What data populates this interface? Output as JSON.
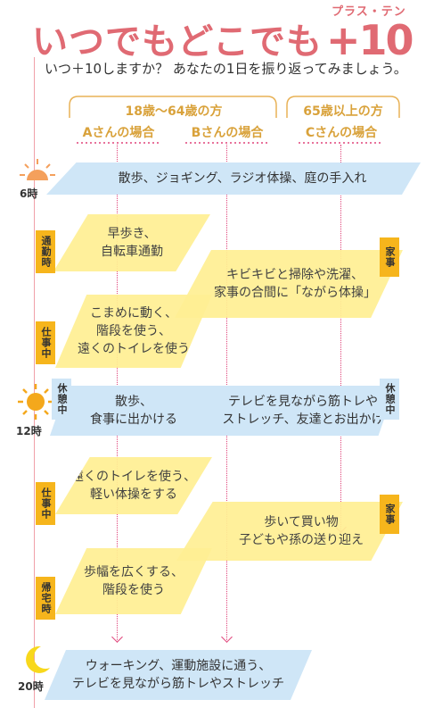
{
  "header": {
    "title": "いつでもどこでも",
    "plus10": "+10",
    "ruby": "プラス・テン",
    "subtitle": "いつ＋10しますか？ あなたの1日を振り返ってみましょう。"
  },
  "groups": {
    "adult": "18歳～64歳の方",
    "senior": "65歳以上の方",
    "a": "Aさんの場合",
    "b": "Bさんの場合",
    "c": "Cさんの場合"
  },
  "times": {
    "t6": "6時",
    "t12": "12時",
    "t20": "20時"
  },
  "tags": {
    "commute": "通勤時",
    "work1": "仕事中",
    "housework1": "家事",
    "break_left": "休憩中",
    "break_right": "休憩中",
    "work2": "仕事中",
    "housework2": "家事",
    "return": "帰宅時"
  },
  "bands": {
    "morning": "散歩、ジョギング、ラジオ体操、庭の手入れ",
    "commute": "早歩き、\n自転車通勤",
    "housework1": "キビキビと掃除や洗濯、\n家事の合間に「ながら体操」",
    "work1": "こまめに動く、\n階段を使う、\n遠くのトイレを使う",
    "noon_left": "散歩、\n食事に出かける",
    "noon_right": "テレビを見ながら筋トレや\nストレッチ、友達とお出かけ",
    "work2": "遠くのトイレを使う、\n軽い体操をする",
    "housework2": "歩いて買い物\n子どもや孫の送り迎え",
    "return": "歩幅を広くする、\n階段を使う",
    "evening": "ウォーキング、運動施設に通う、\nテレビを見ながら筋トレやストレッチ"
  },
  "colors": {
    "title": "#e06a73",
    "header": "#d9a23b",
    "blue": "#cfe6f7",
    "yellow": "#ffef94",
    "tag": "#f6b51c",
    "line": "#e0447a"
  },
  "icons": {
    "sunrise": "sunrise-icon",
    "sun": "sun-icon",
    "moon": "moon-icon"
  }
}
